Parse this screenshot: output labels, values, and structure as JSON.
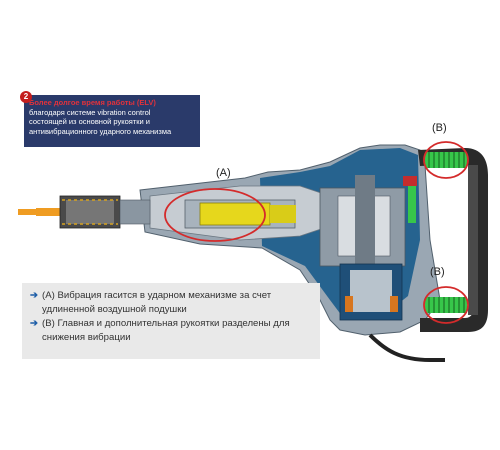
{
  "info": {
    "badge": "2",
    "title": "Более долгое время работы (ELV)",
    "lines": [
      "благодаря системе vibration control",
      "состоящей из основной  рукоятки  и",
      "антивибрационного ударного механизма"
    ]
  },
  "labels": {
    "a": "(A)",
    "b_top": "(B)",
    "b_bottom": "(B)"
  },
  "caption": {
    "arrow": "➔",
    "item_a_line1": "(A) Вибрация гасится в ударном механизме за счет",
    "item_a_line2": "удлиненной воздушной подушки",
    "item_b_line1": "(B) Главная и дополнительная рукоятки разделены для",
    "item_b_line2": "снижения вибрации"
  },
  "colors": {
    "tool_body": "#1c5d8c",
    "metal": "#b8bcc1",
    "piston": "#e6d71c",
    "spring": "#37c64a",
    "callout_ring": "#d42b2b",
    "chuck": "#ef9c22",
    "handle": "#2a2a2a"
  }
}
